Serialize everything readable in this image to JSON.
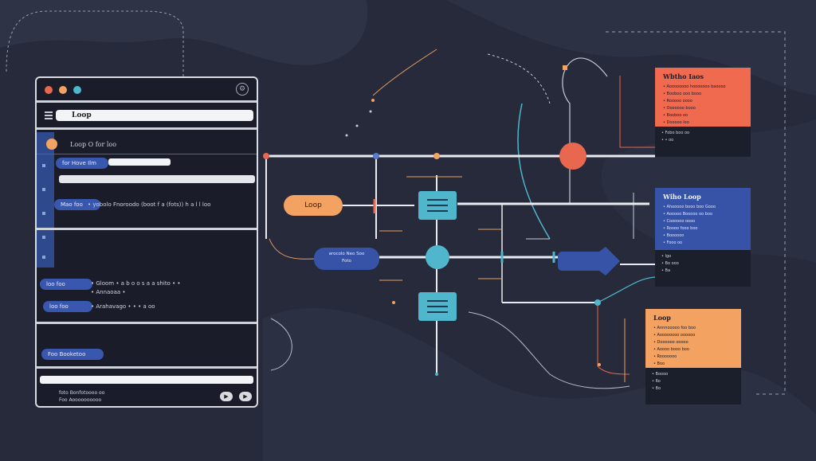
{
  "window": {
    "search_value": "Loop",
    "header_text": "Loop  O  for  loo",
    "row1_pill": "for Hove Ilm",
    "row2_pill": "Mao foo",
    "row2_text": "• yobolo Fnoroodo (boot f a (fots)) h a l l  loo",
    "row3_pill": "loo foo",
    "row3_text": "• Gloom  •  a  b o o s  a a  shito  • •",
    "row3_sub": "•  Annaoaa  •",
    "row4_pill": "loo foo",
    "row4_text": "• Arahavago •  •  • a  oo",
    "row5_pill": "Foo Booketoo",
    "footer_line1": "foto  Bonfotoooo oo",
    "footer_line2": "Foo  Aoooooooooo",
    "footer_btn1": "▶",
    "footer_btn2": "▶"
  },
  "diagram": {
    "loop_node": "Loop",
    "branch_node": "arocolo Neo Soo\nFoto"
  },
  "cards": [
    {
      "title": "Wbtho  Iaos",
      "color": "#f06a50",
      "lines": [
        "• Aoooooooo  hooooooo  baoooo",
        "• Booboo  ooo booo",
        "• Rooooo oooo",
        "• Ooooooo  booo",
        "• Booboo oo",
        "• Dooooo  loo"
      ],
      "foot": [
        "• Fobo boo oo",
        "• •  oo"
      ]
    },
    {
      "title": "Wiho  Loop",
      "color": "#3653a8",
      "lines": [
        "• Ahooooo  booo  boo  Gooo",
        "• Aooooo  Booooo  oo  boo",
        "• Coooooo  oooo",
        "• Roooo  fooo  boo",
        "• Boooooo",
        "• Fooo oo"
      ],
      "foot": [
        "• Igo",
        "• Bo  ooo",
        "• Ba"
      ]
    },
    {
      "title": "Loop",
      "color": "#f4a262",
      "lines": [
        "• Annnooooo  foo  boo",
        "• Aoooooooo  oooooo",
        "• Doooooo  ooooo",
        "• Aoooo  booo  boo",
        "• Rooooooo",
        "• Boo"
      ],
      "foot": [
        "• Boooo",
        "• Ro",
        "• Bo"
      ]
    }
  ],
  "colors": {
    "background": "#262a3a",
    "accent_orange": "#f4a262",
    "accent_red": "#e8674f",
    "accent_blue": "#3653a8",
    "accent_teal": "#4fb6cc"
  }
}
